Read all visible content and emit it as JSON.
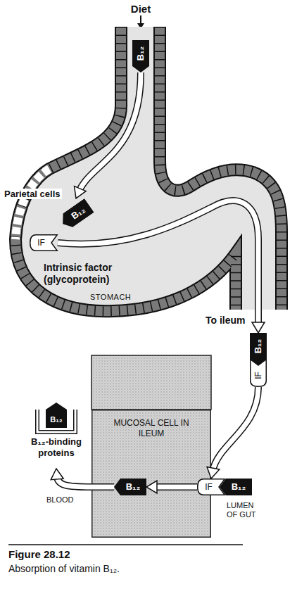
{
  "diagram": {
    "caption": "Figure 28.12",
    "nodes": [
      {
        "text": [
          "STOMACH"
        ]
      },
      {
        "text": [
          "B₁₂"
        ],
        "in": 0
      },
      {
        "text": [
          "B₁₂"
        ],
        "in": 0
      },
      {
        "text": [
          "IF"
        ],
        "in": 0
      },
      {
        "text": [
          "B₁₂"
        ]
      },
      {
        "text": [
          "IF"
        ]
      },
      {
        "text": [
          "MUCOSAL CELL IN ILEUM"
        ]
      },
      {
        "text": [
          "B₁₂"
        ],
        "in": 6
      },
      {
        "text": [
          "IF"
        ]
      },
      {
        "text": [
          "B₁₂"
        ]
      },
      {
        "text": [
          "B₁₂",
          "B₁₂-binding proteins"
        ]
      }
    ],
    "edges": [
      {
        "from": 1,
        "to": 2,
        "arrow": "to"
      },
      {
        "from": 3,
        "to": 4,
        "arrow": "to"
      },
      {
        "from": 5,
        "to": 8,
        "arrow": "to"
      },
      {
        "from": 8,
        "to": 7,
        "arrow": "to"
      },
      {
        "from": 7,
        "to": 10,
        "arrow": "to"
      }
    ],
    "labels": [
      "Diet",
      "Parietal cells",
      "Intrinsic factor (glycoprotein)",
      "To ileum",
      "BLOOD",
      "LUMEN OF GUT",
      "Absorption of vitamin B₁₂."
    ]
  }
}
